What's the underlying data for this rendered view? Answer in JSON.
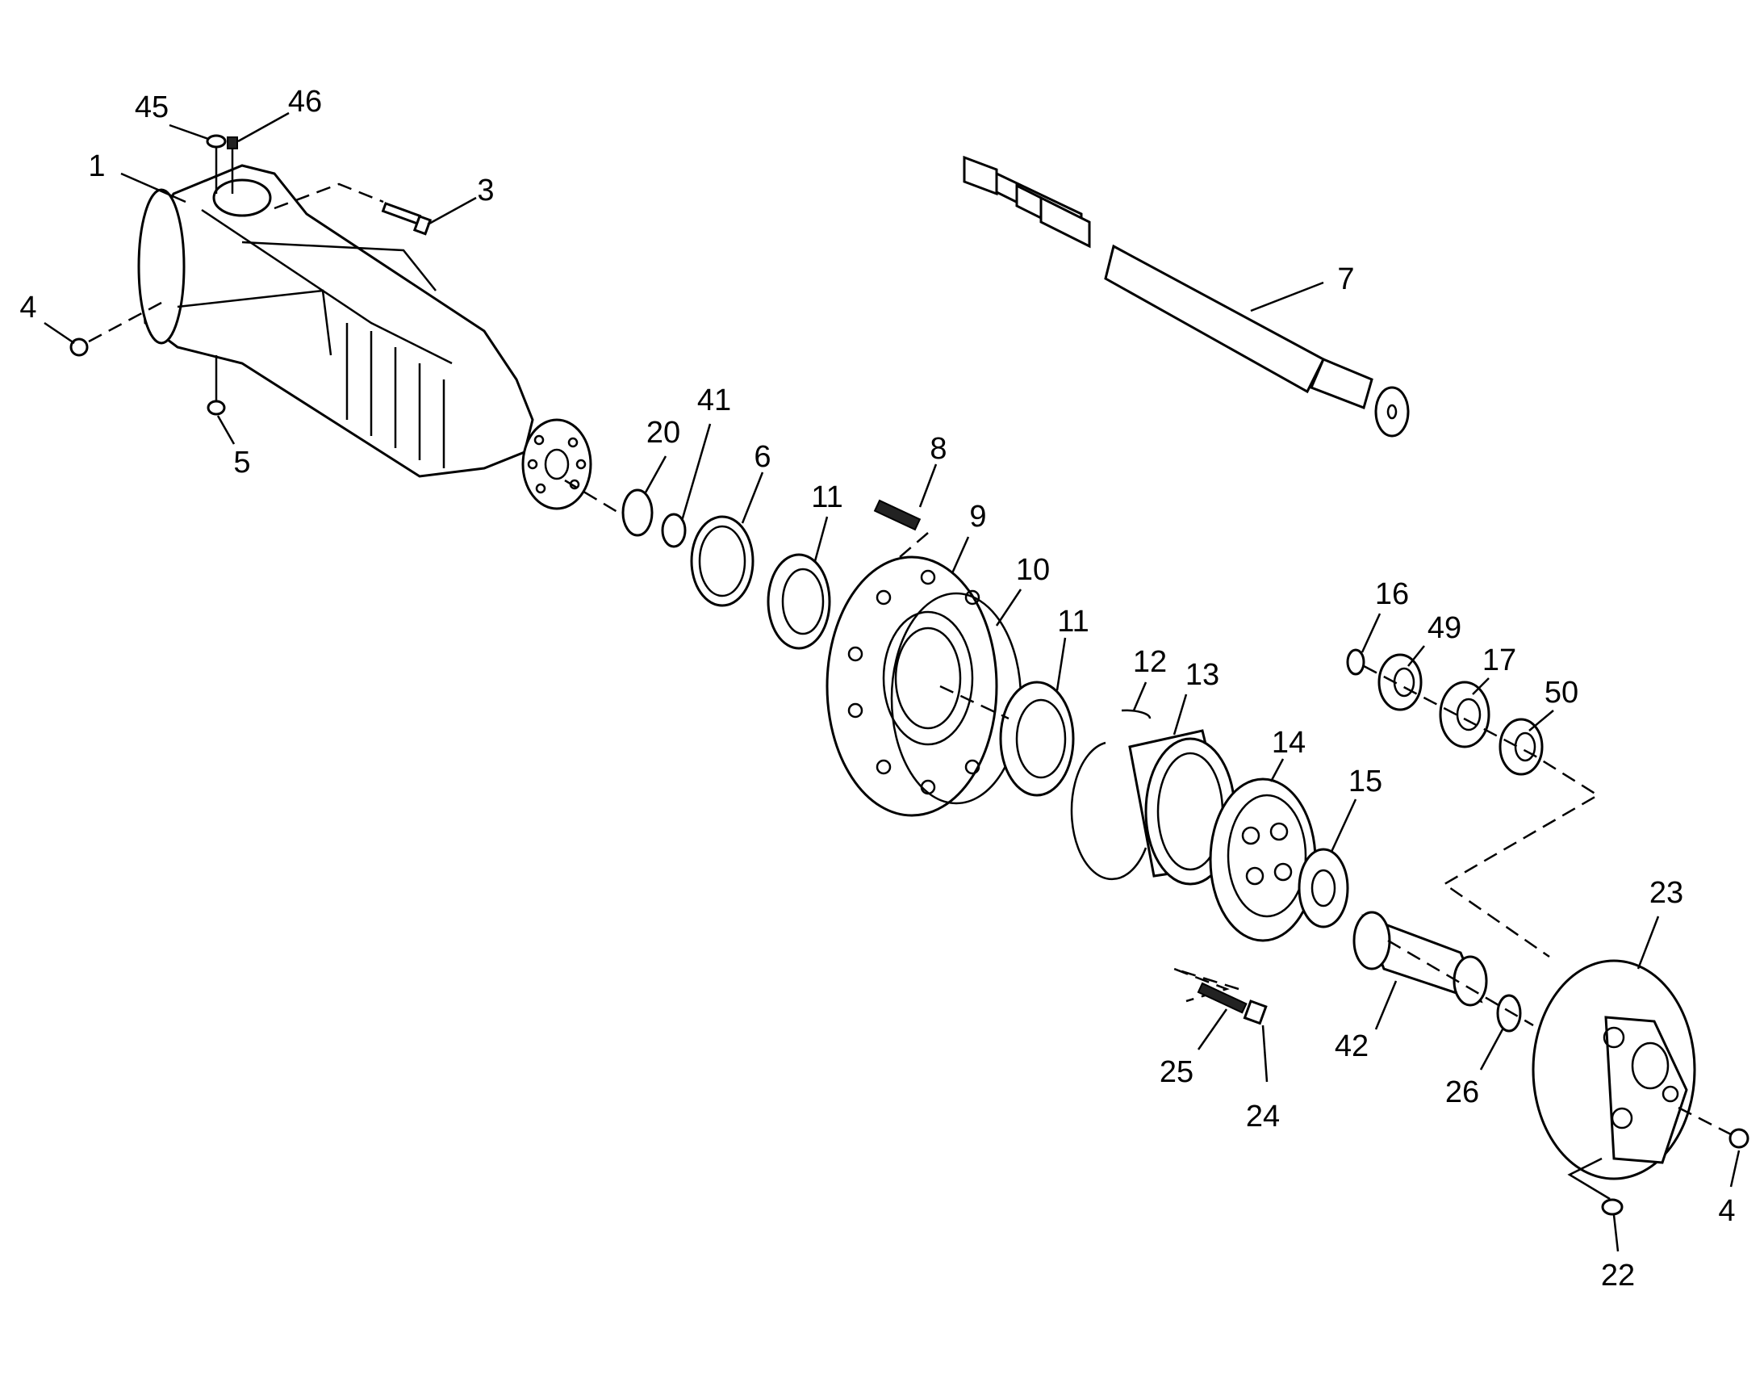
{
  "diagram": {
    "callouts": [
      {
        "id": "c1",
        "label": "1"
      },
      {
        "id": "c3",
        "label": "3"
      },
      {
        "id": "c4a",
        "label": "4"
      },
      {
        "id": "c5",
        "label": "5"
      },
      {
        "id": "c45",
        "label": "45"
      },
      {
        "id": "c46",
        "label": "46"
      },
      {
        "id": "c7",
        "label": "7"
      },
      {
        "id": "c20",
        "label": "20"
      },
      {
        "id": "c41",
        "label": "41"
      },
      {
        "id": "c6",
        "label": "6"
      },
      {
        "id": "c11a",
        "label": "11"
      },
      {
        "id": "c8",
        "label": "8"
      },
      {
        "id": "c9",
        "label": "9"
      },
      {
        "id": "c10",
        "label": "10"
      },
      {
        "id": "c11b",
        "label": "11"
      },
      {
        "id": "c12",
        "label": "12"
      },
      {
        "id": "c13",
        "label": "13"
      },
      {
        "id": "c14",
        "label": "14"
      },
      {
        "id": "c15",
        "label": "15"
      },
      {
        "id": "c16",
        "label": "16"
      },
      {
        "id": "c49",
        "label": "49"
      },
      {
        "id": "c17",
        "label": "17"
      },
      {
        "id": "c50",
        "label": "50"
      },
      {
        "id": "c23",
        "label": "23"
      },
      {
        "id": "c42",
        "label": "42"
      },
      {
        "id": "c25",
        "label": "25"
      },
      {
        "id": "c24",
        "label": "24"
      },
      {
        "id": "c26",
        "label": "26"
      },
      {
        "id": "c4b",
        "label": "4"
      },
      {
        "id": "c22",
        "label": "22"
      }
    ]
  }
}
